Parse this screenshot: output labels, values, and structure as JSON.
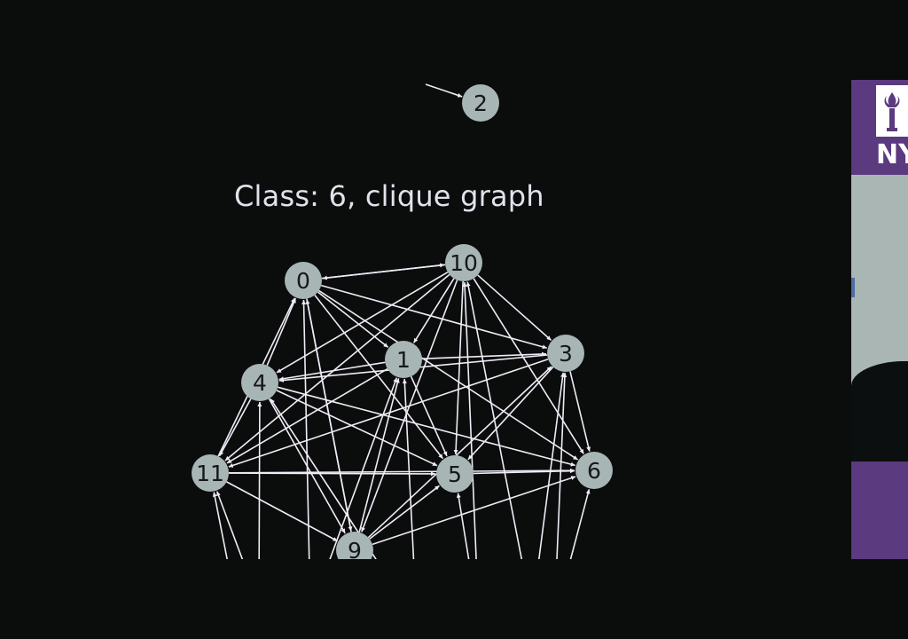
{
  "graph": {
    "title": "Class: 6, clique graph",
    "node_labels": [
      "0",
      "1",
      "2",
      "3",
      "4",
      "5",
      "6",
      "9",
      "10",
      "11"
    ],
    "colors": {
      "background": "#0b0c0c",
      "node_fill": "#a7b5b4",
      "node_text": "#15171b",
      "edge": "#f0ecf7",
      "title": "#e2e2ec"
    }
  },
  "side_panel": {
    "logo_text": "NY",
    "logo_icon": "torch-icon",
    "colors": {
      "brand": "#5b3a7f"
    }
  }
}
